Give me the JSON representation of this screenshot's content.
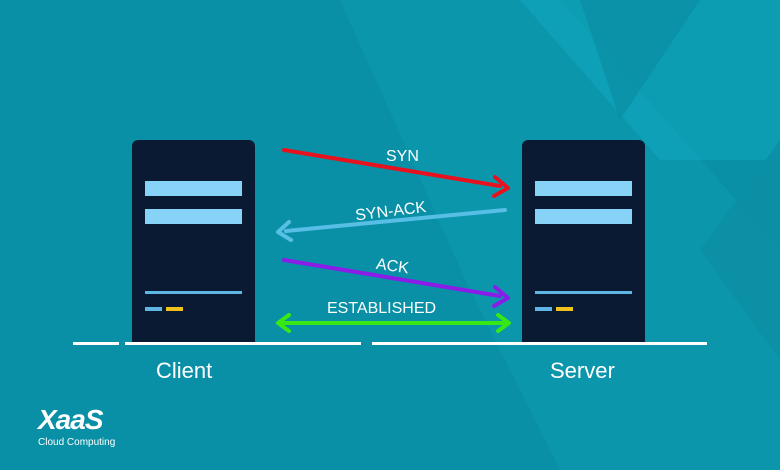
{
  "colors": {
    "background": "#0a90a6",
    "server_body": "#0b1a33",
    "syn_arrow": "#e8121e",
    "synack_arrow": "#57bfe6",
    "ack_arrow": "#8a1ce8",
    "established_arrow": "#38e816"
  },
  "nodes": {
    "client": "Client",
    "server": "Server"
  },
  "messages": {
    "syn": "SYN",
    "synack": "SYN-ACK",
    "ack": "ACK",
    "established": "ESTABLISHED"
  },
  "logo": {
    "name": "XaaS",
    "tagline": "Cloud Computing"
  }
}
